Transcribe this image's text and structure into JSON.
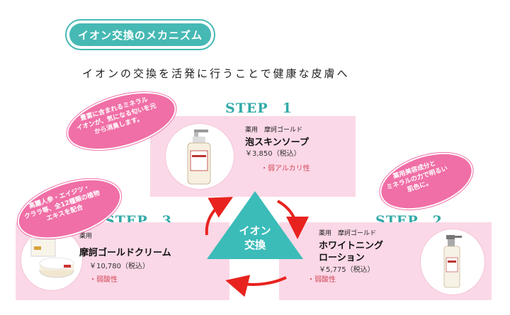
{
  "header": {
    "title": "イオン交換のメカニズム"
  },
  "subtitle": "イオンの交換を活発に行うことで健康な皮膚へ",
  "steps": [
    {
      "label": "STEP　1",
      "brand": "薬用　摩訶ゴールド",
      "name": "泡スキンソープ",
      "price": "￥3,850（税込）",
      "property": "・弱アルカリ性"
    },
    {
      "label": "STEP　2",
      "brand": "薬用　摩訶ゴールド",
      "name_line1": "ホワイトニング",
      "name_line2": "ローション",
      "price": "￥5,775（税込）",
      "property": "・弱酸性"
    },
    {
      "label": "STEP　3",
      "brand": "薬用",
      "name": "摩訶ゴールドクリーム",
      "price": "￥10,780（税込）",
      "property": "・弱酸性"
    }
  ],
  "center": {
    "line1": "イオン",
    "line2": "交換",
    "color": "#3bbcb9"
  },
  "bubbles": {
    "step1": [
      "豊富に含まれるミネラル",
      "イオンが、気になる匂いを元",
      "から消臭します。"
    ],
    "step2": [
      "薬用美容成分と",
      "ミネラルの力で明るい",
      "肌色に。"
    ],
    "step3": [
      "高麗人参・エイジツ・",
      "クララ等、全12種類の植物",
      "エキスを配合"
    ]
  },
  "colors": {
    "accent": "#46b9b4",
    "panel": "#fbd8e7",
    "bubble": "#f06fa6",
    "arrow": "#e8231f"
  }
}
